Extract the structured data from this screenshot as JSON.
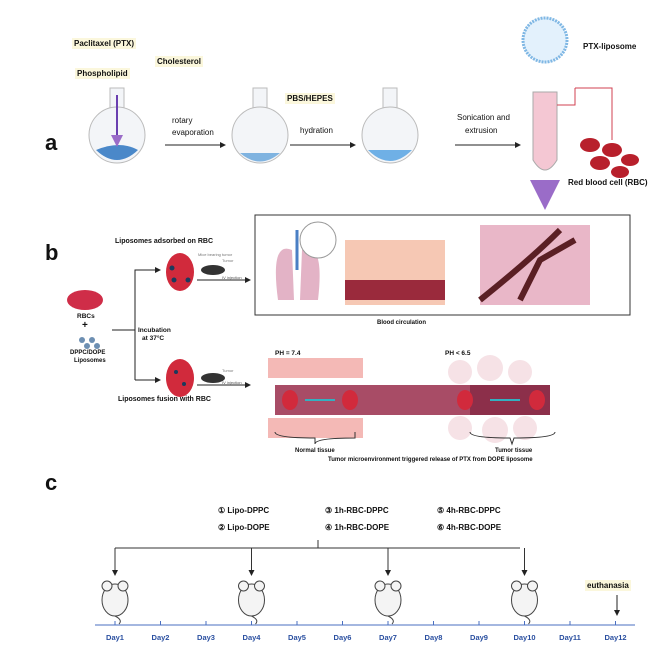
{
  "panel_labels": [
    "a",
    "b",
    "c"
  ],
  "panel_a": {
    "ptx": "Paclitaxel (PTX)",
    "cholesterol": "Cholesterol",
    "phospholipid": "Phospholipid",
    "step1": [
      "rotary",
      "evaporation"
    ],
    "buffer": "PBS/HEPES",
    "step2": "hydration",
    "step3": [
      "Sonication and",
      "extrusion"
    ],
    "liposome": "PTX-liposome",
    "rbc": "Red blood cell (RBC)"
  },
  "panel_b": {
    "adsorbed": "Liposomes adsorbed on RBC",
    "fusion": "Liposomes fusion with RBC",
    "rbcs": "RBCs",
    "plus": "+",
    "liposomes": [
      "DPPC/DOPE",
      "Liposomes"
    ],
    "incubation": [
      "Incubation",
      "at 37°C"
    ],
    "mice_label": "Mice bearing tumor",
    "tumor": "Tumor",
    "iv": "IV injection",
    "blood_circulation": "Blood circulation",
    "ph_normal": "PH = 7.4",
    "ph_tumor": "PH < 6.5",
    "normal_tissue": "Normal tissue",
    "tumor_tissue": "Tumor tissue",
    "caption": "Tumor microenvironment triggered release of PTX from DOPE liposome"
  },
  "panel_c": {
    "groups": [
      "① Lipo-DPPC",
      "② Lipo-DOPE",
      "③ 1h-RBC-DPPC",
      "④ 1h-RBC-DOPE",
      "⑤ 4h-RBC-DPPC",
      "⑥ 4h-RBC-DOPE"
    ],
    "euthanasia": "euthanasia",
    "days": [
      "Day1",
      "Day2",
      "Day3",
      "Day4",
      "Day5",
      "Day6",
      "Day7",
      "Day8",
      "Day9",
      "Day10",
      "Day11",
      "Day12"
    ],
    "injection_days": [
      1,
      4,
      7,
      10
    ]
  }
}
